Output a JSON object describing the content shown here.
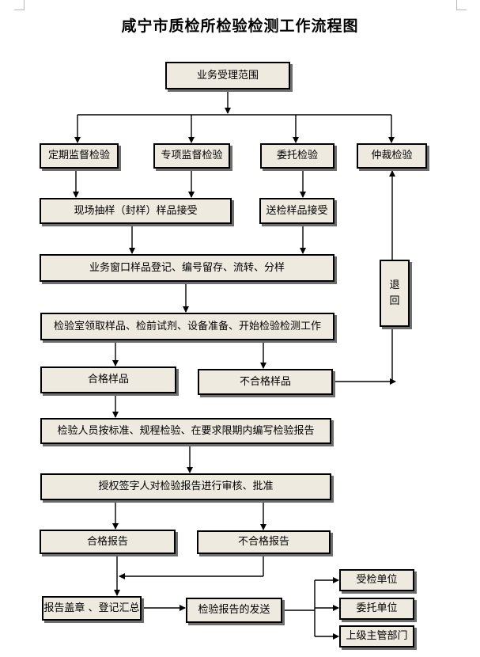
{
  "title": "咸宁市质检所检验检测工作流程图",
  "nodes": {
    "scope": "业务受理范围",
    "periodic": "定期监督检验",
    "special": "专项监督检验",
    "entrusted": "委托检验",
    "arbitration": "仲裁检验",
    "sampling": "现场抽样（封样）样品接受",
    "delivery": "送检样品接受",
    "registration": "业务窗口样品登记、编号留存、流转、分样",
    "lab": "检验室领取样品、检前试剂、设备准备、开始检验检测工作",
    "qualified_sample": "合格样品",
    "unqualified_sample": "不合格样品",
    "return_chars": [
      "退",
      "回"
    ],
    "inspection": "检验人员按标准、规程检验、在要求限期内编写检验报告",
    "review": "授权签字人对检验报告进行审核、批准",
    "qualified_report": "合格报告",
    "unqualified_report": "不合格报告",
    "stamp": "报告盖章 、登记汇总",
    "dispatch": "检验报告的发送",
    "recipient_inspected": "受检单位",
    "recipient_client": "委托单位",
    "recipient_supervisor": "上级主管部门"
  }
}
